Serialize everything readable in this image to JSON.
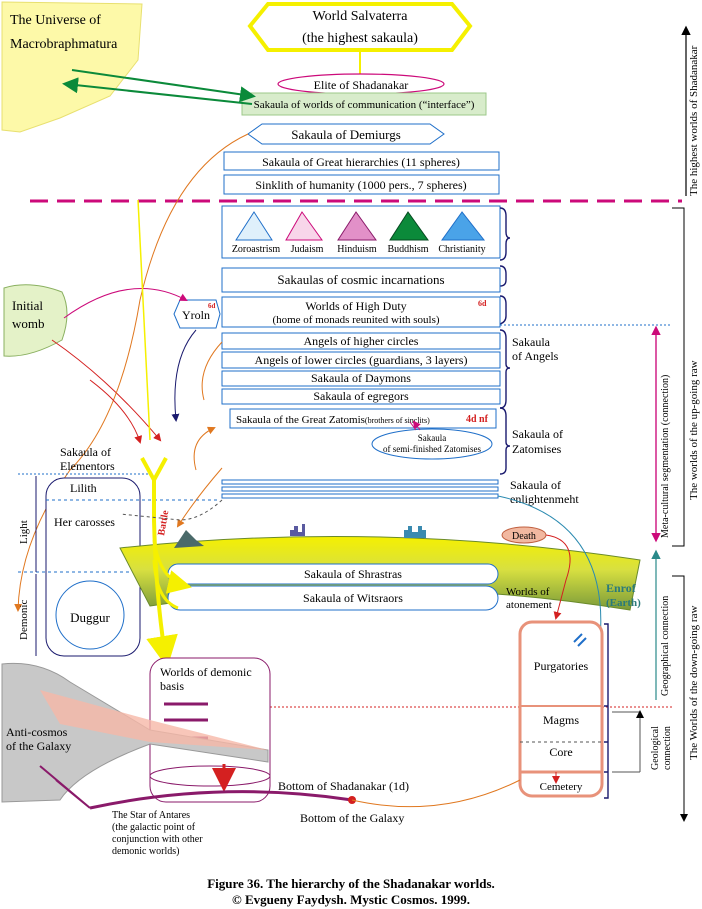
{
  "title": {
    "line1": "Figure 36. The hierarchy of the Shadanakar worlds.",
    "line2": "© Evgueny Faydysh. Mystic Cosmos. 1999."
  },
  "top": {
    "salvaterra_1": "World Salvaterra",
    "salvaterra_2": "(the highest sakaula)",
    "universe_1": "The Universe of",
    "universe_2": "Macrobraphmatura",
    "elite": "Elite of Shadanakar",
    "interface": "Sakaula of worlds of communication (“interface”)",
    "demiurgs": "Sakaula of Demiurgs",
    "great_hierarchies": "Sakaula of Great hierarchies (11 spheres)",
    "sinklith": "Sinklith of humanity (1000 pers., 7 spheres)"
  },
  "religions": [
    "Zoroastrism",
    "Judaism",
    "Hinduism",
    "Buddhism",
    "Christianity"
  ],
  "middle": {
    "cosmic_incarnations": "Sakaulas of cosmic incarnations",
    "high_duty_1": "Worlds of High Duty",
    "high_duty_2": "(home of monads reunited with  souls)",
    "tag_6d": "6d",
    "tag_4d": "4d nf",
    "yroln": "Yroln",
    "angels_higher": "Angels of higher circles",
    "angels_lower": "Angels of lower circles (guardians, 3 layers)",
    "daymons": "Sakaula of Daymons",
    "egregors": "Sakaula of egregors",
    "zatomis": "Sakaula of the Great Zatomis",
    "zatomis_small": "(brothers of sinclits)",
    "semi_1": "Sakaula",
    "semi_2": "of semi-finished Zatomises",
    "initial_1": "Initial",
    "initial_2": "womb"
  },
  "side_labels": {
    "sakaula_angels_1": "Sakaula",
    "sakaula_angels_2": "of Angels",
    "sakaula_zatomises_1": "Sakaula of",
    "sakaula_zatomises_2": "Zatomises",
    "enlightenment_1": "Sakaula of",
    "enlightenment_2": "enlightenmeht",
    "elementors_1": "Sakaula of",
    "elementors_2": "Elementors",
    "worlds_atonement_1": "Worlds of",
    "worlds_atonement_2": "atonement"
  },
  "lower": {
    "lilith": "Lilith",
    "her_carosses": "Her carosses",
    "duggur": "Duggur",
    "light": "Light",
    "demonic": "Demonic",
    "battle": "Battle",
    "death": "Death",
    "shrastras": "Sakaula of Shrastras",
    "witsraors": "Sakaula of Witsraors",
    "enrof_1": "Enrof",
    "enrof_2": "(Earth)",
    "demonic_basis_1": "Worlds of demonic",
    "demonic_basis_2": "basis",
    "purgatories": "Purgatories",
    "magms": "Magms",
    "core": "Core",
    "cemetery": "Cemetery",
    "anti_cosmos_1": "Anti-cosmos",
    "anti_cosmos_2": "of the Galaxy",
    "bottom_shadanakar": "Bottom of Shadanakar (1d)",
    "bottom_galaxy": "Bottom of the Galaxy",
    "antares_1": "The Star of Antares",
    "antares_2": "(the galactic point of",
    "antares_3": "conjunction with other",
    "antares_4": "demonic  worlds)"
  },
  "right_labels": {
    "highest": "The highest worlds of Shadanakar",
    "upgoing": "The worlds of the up-going raw",
    "downgoing": "The Worlds of the down-going raw",
    "meta": "Meta-cultural segmentation (connection)",
    "geographical": "Geographical connection",
    "geological_1": "Geological",
    "geological_2": "connection"
  },
  "colors": {
    "yellow": "#f5f000",
    "pale_yellow": "#fdf9a8",
    "magenta": "#cc0a7a",
    "green": "#0b8a3a",
    "blue": "#1f6fc9",
    "navy": "#1a1a6e",
    "salmon": "#e8927a",
    "orange": "#e07820",
    "red": "#d42020"
  }
}
